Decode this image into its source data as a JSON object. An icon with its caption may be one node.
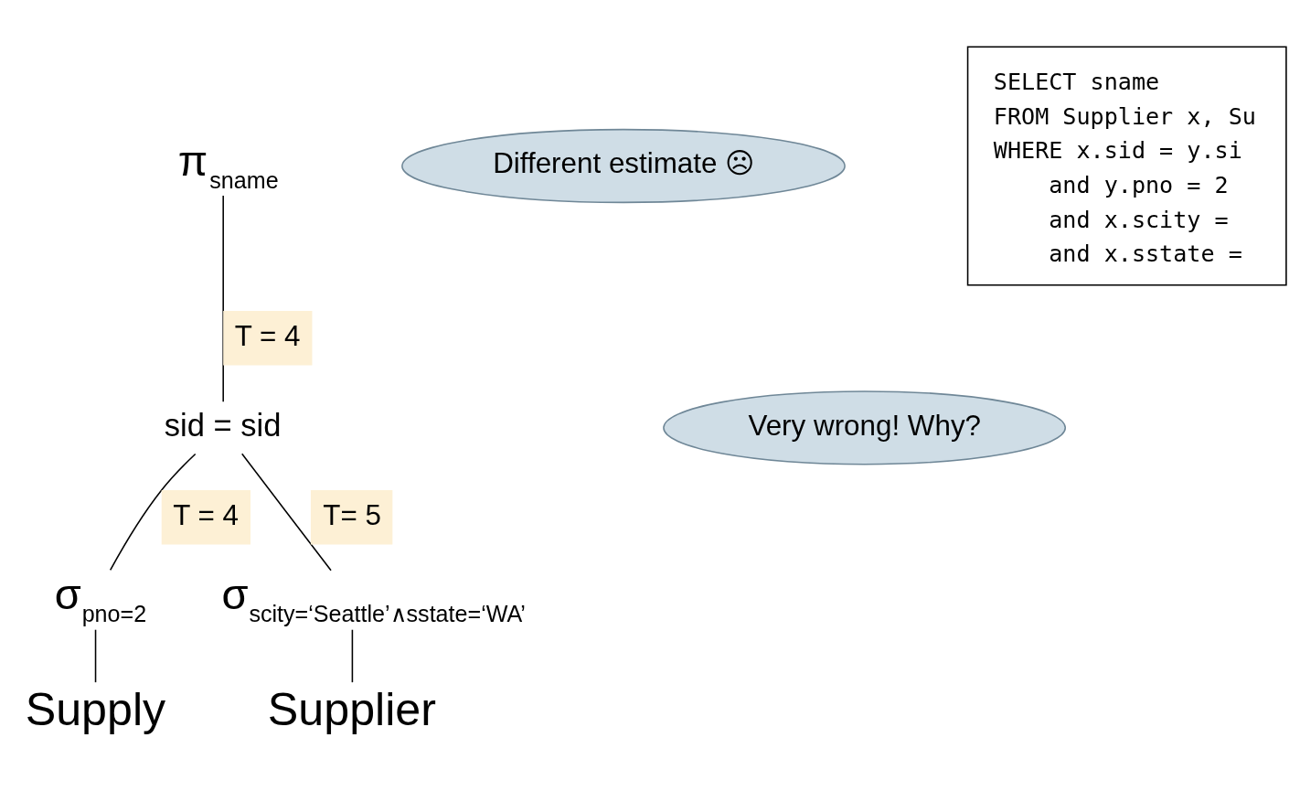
{
  "diagram": {
    "nodes": [
      {
        "text": [
          "π$_{sname}$"
        ]
      },
      {
        "text": [
          "sid = sid"
        ]
      },
      {
        "text": [
          "σ$_{pno=2}$"
        ]
      },
      {
        "text": [
          "σ$_{scity=‘Seattle’∧sstate=‘WA’}$"
        ]
      },
      {
        "text": [
          "Supply"
        ]
      },
      {
        "text": [
          "Supplier"
        ]
      },
      {
        "text": [
          "Different estimate ☹"
        ]
      },
      {
        "text": [
          "Very wrong! Why?"
        ]
      },
      {
        "text": [
          "SELECT sname",
          "FROM Supplier x, Su",
          "WHERE x.sid = y.si",
          "    and y.pno = 2",
          "    and x.scity =",
          "    and x.sstate ="
        ]
      }
    ],
    "edges": [
      {
        "from": 0,
        "to": 1,
        "arrow": "none",
        "label": "T = 4"
      },
      {
        "from": 1,
        "to": 2,
        "arrow": "none",
        "label": "T = 4"
      },
      {
        "from": 1,
        "to": 3,
        "arrow": "none",
        "label": "T= 5"
      },
      {
        "from": 2,
        "to": 4,
        "arrow": "none"
      },
      {
        "from": 3,
        "to": 5,
        "arrow": "none"
      }
    ]
  }
}
